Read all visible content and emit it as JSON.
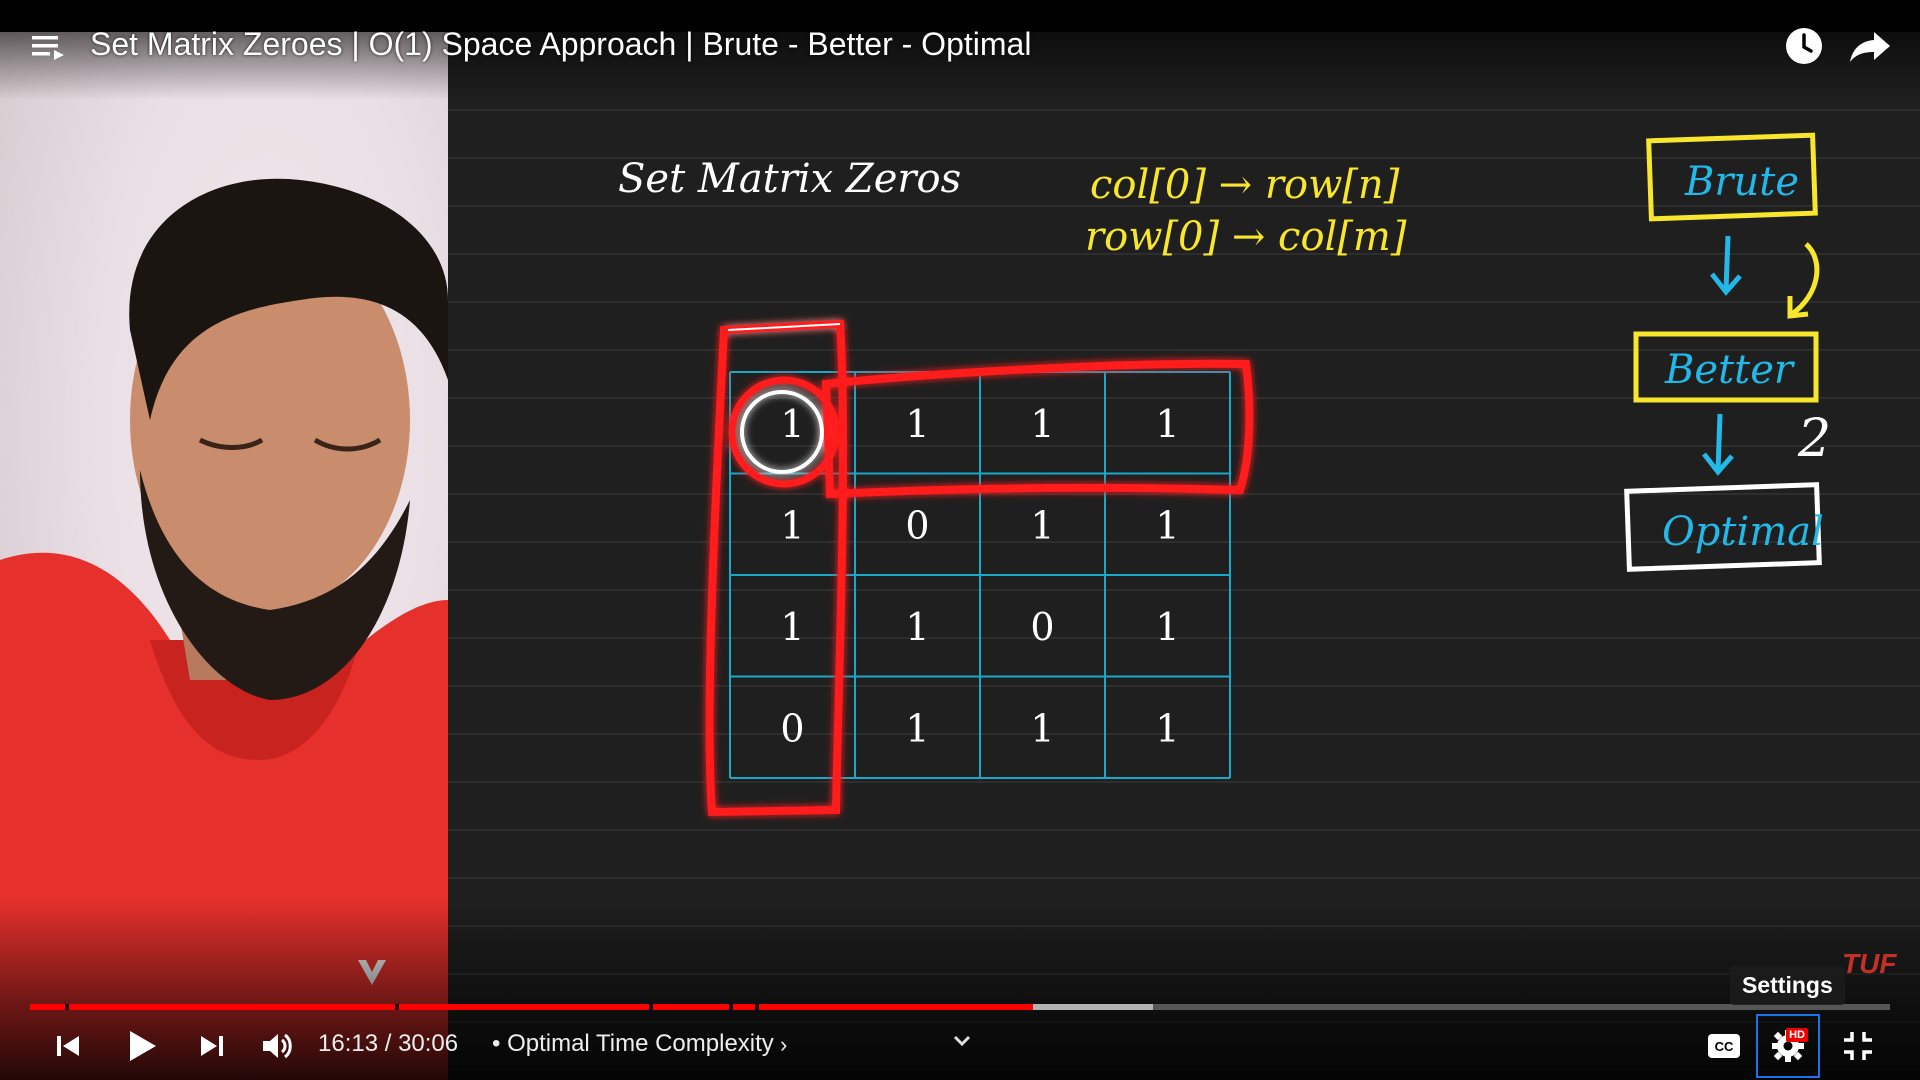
{
  "player": {
    "title": "Set Matrix Zeroes | O(1) Space Approach | Brute - Better - Optimal",
    "current_time": "16:13",
    "duration": "30:06",
    "time_display": "16:13 / 30:06",
    "chapter_label": "• Optimal Time Complexity",
    "chapter_chevron": "›",
    "played_fraction": 0.539,
    "buffered_fraction": 0.604,
    "chapter_fractions": [
      0.019,
      0.196,
      0.333,
      0.376,
      0.39
    ],
    "settings_tooltip": "Settings",
    "quality_badge": "HD",
    "watermark": "TUF",
    "accent_color": "#ff0000"
  },
  "icons": {
    "playlist": "playlist-icon",
    "watch_later": "clock-icon",
    "share": "share-icon",
    "previous": "skip-previous-icon",
    "play": "play-icon",
    "next": "skip-next-icon",
    "volume": "volume-icon",
    "captions": "closed-captions-icon",
    "settings": "gear-icon",
    "exit_fullscreen": "exit-fullscreen-icon"
  },
  "board": {
    "title": "Set Matrix Zeros",
    "note_line_1": "col[0] → row[n]",
    "note_line_2": "row[0] → col[m]",
    "steps": [
      "Brute",
      "Better",
      "Optimal"
    ],
    "step_annotation": "2",
    "matrix": [
      [
        "1",
        "1",
        "1",
        "1"
      ],
      [
        "1",
        "0",
        "1",
        "1"
      ],
      [
        "1",
        "1",
        "0",
        "1"
      ],
      [
        "0",
        "1",
        "1",
        "1"
      ]
    ],
    "colors": {
      "background": "#1f1f1f",
      "grid_lines": "#1aa8c9",
      "highlight": "#ff1a1a",
      "notes": "#f7e62b",
      "arrows": "#22b8e8"
    }
  }
}
